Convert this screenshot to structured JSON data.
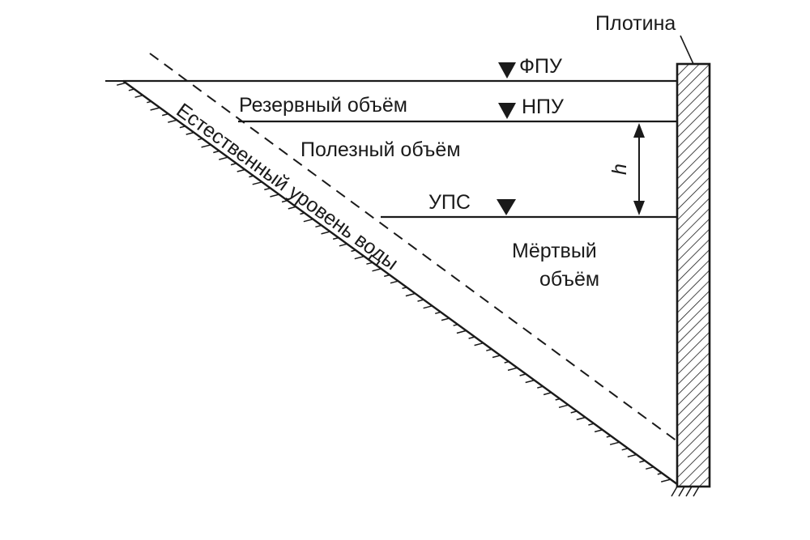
{
  "labels": {
    "dam": "Плотина",
    "fpu": "ФПУ",
    "npu": "НПУ",
    "ups": "УПС",
    "reserve_volume": "Резервный объём",
    "useful_volume": "Полезный объём",
    "dead_volume_line1": "Мёртвый",
    "dead_volume_line2": "объём",
    "natural_water_level": "Естественный уровень воды",
    "h": "h"
  },
  "colors": {
    "ink": "#1a1a1a",
    "background": "#ffffff"
  }
}
